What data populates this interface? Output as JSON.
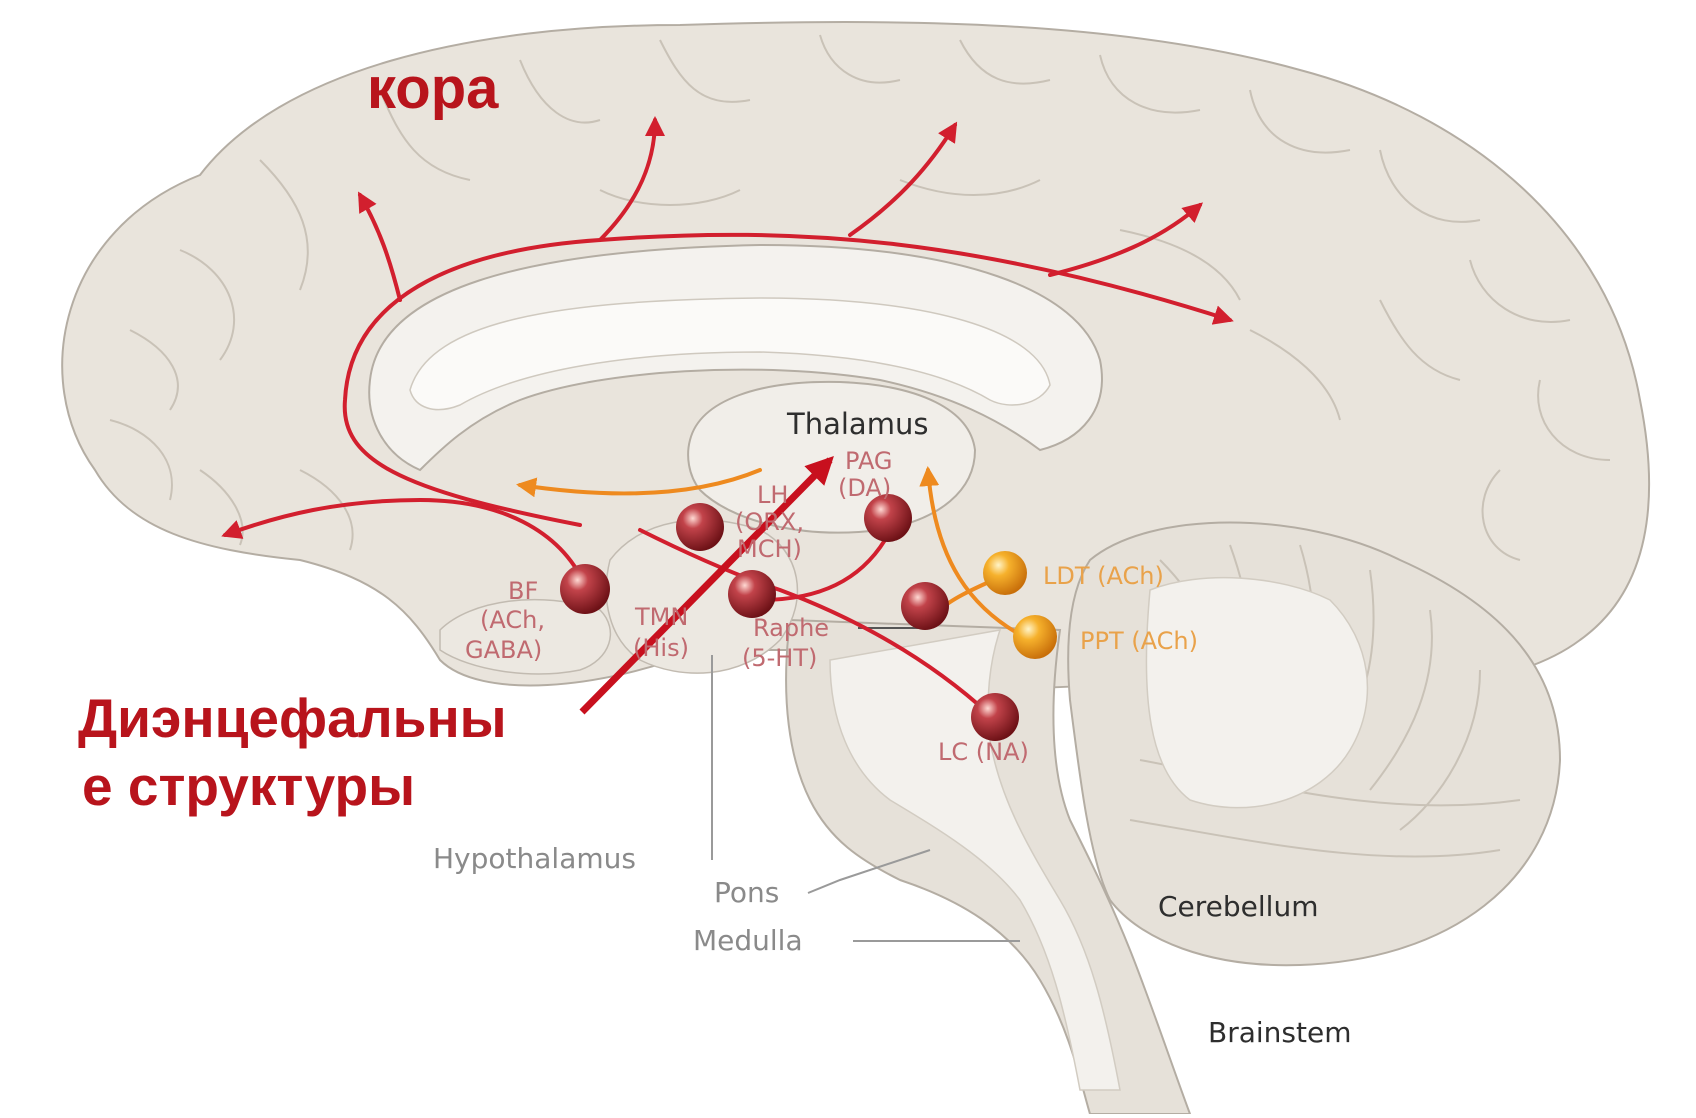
{
  "colors": {
    "brain_fill": "#e9e4dc",
    "brain_stroke": "#b4ada3",
    "inner_fill": "#f4f2ee",
    "red_path": "#d21f2e",
    "orange_path": "#ee8a1f",
    "node_red": "#a8282d",
    "node_orange": "#f2a21e",
    "overlay_text": "#b8141c"
  },
  "labels": {
    "cortex": "кора",
    "diencephalic_line1": "Диэнцефальны",
    "diencephalic_line2": "е структуры",
    "thalamus": "Thalamus",
    "pag": "PAG",
    "pag_da": "(DA)",
    "lh": "LH",
    "orx": "(ORX,",
    "mch": "MCH)",
    "bf": "BF",
    "bf_ach": "(ACh,",
    "bf_gaba": "GABA)",
    "tmn": "TMN",
    "tmn_his": "(His)",
    "raphe": "Raphe",
    "raphe_5ht": "(5-HT)",
    "ldt": "LDT (ACh)",
    "ppt": "PPT (ACh)",
    "lc": "LC (NA)",
    "hypothalamus": "Hypothalamus",
    "pons": "Pons",
    "medulla": "Medulla",
    "cerebellum": "Cerebellum",
    "brainstem": "Brainstem"
  }
}
